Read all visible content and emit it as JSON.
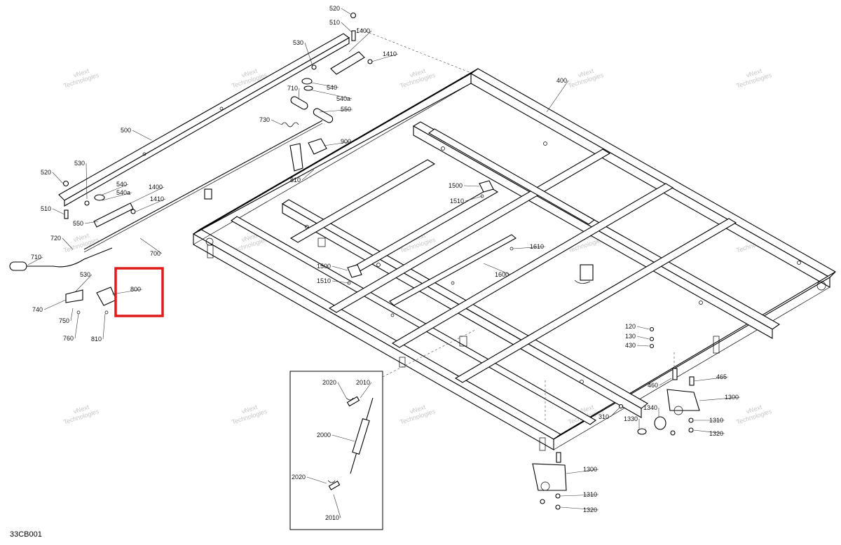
{
  "diagram_code": "33CB001",
  "highlight_color": "#e01b1b",
  "watermark": {
    "line1": "vNext",
    "line2": "Technologies"
  },
  "callouts": [
    {
      "id": "c520a",
      "text": "520"
    },
    {
      "id": "c510a",
      "text": "510"
    },
    {
      "id": "c1400a",
      "text": "1400"
    },
    {
      "id": "c1410a",
      "text": "1410"
    },
    {
      "id": "c530a",
      "text": "530"
    },
    {
      "id": "c540a",
      "text": "540"
    },
    {
      "id": "c540aa",
      "text": "540a"
    },
    {
      "id": "c710a",
      "text": "710"
    },
    {
      "id": "c550a",
      "text": "550"
    },
    {
      "id": "c730",
      "text": "730"
    },
    {
      "id": "c900",
      "text": "900"
    },
    {
      "id": "c810a",
      "text": "810"
    },
    {
      "id": "c500",
      "text": "500"
    },
    {
      "id": "c400",
      "text": "400"
    },
    {
      "id": "c520b",
      "text": "520"
    },
    {
      "id": "c530b",
      "text": "530"
    },
    {
      "id": "c540b",
      "text": "540"
    },
    {
      "id": "c540ab",
      "text": "540a"
    },
    {
      "id": "c1400b",
      "text": "1400"
    },
    {
      "id": "c1410b",
      "text": "1410"
    },
    {
      "id": "c510b",
      "text": "510"
    },
    {
      "id": "c550b",
      "text": "550"
    },
    {
      "id": "c720",
      "text": "720"
    },
    {
      "id": "c700",
      "text": "700"
    },
    {
      "id": "c710b",
      "text": "710"
    },
    {
      "id": "c530c",
      "text": "530"
    },
    {
      "id": "c800",
      "text": "800"
    },
    {
      "id": "c740",
      "text": "740"
    },
    {
      "id": "c750",
      "text": "750"
    },
    {
      "id": "c760",
      "text": "760"
    },
    {
      "id": "c810b",
      "text": "810"
    },
    {
      "id": "c1500a",
      "text": "1500"
    },
    {
      "id": "c1510a",
      "text": "1510"
    },
    {
      "id": "c1610",
      "text": "1610"
    },
    {
      "id": "c1500b",
      "text": "1500"
    },
    {
      "id": "c1510b",
      "text": "1510"
    },
    {
      "id": "c1600",
      "text": "1600"
    },
    {
      "id": "c120",
      "text": "120"
    },
    {
      "id": "c130",
      "text": "130"
    },
    {
      "id": "c430",
      "text": "430"
    },
    {
      "id": "c465",
      "text": "465"
    },
    {
      "id": "c460",
      "text": "460"
    },
    {
      "id": "c1300a",
      "text": "1300"
    },
    {
      "id": "c1340",
      "text": "1340"
    },
    {
      "id": "c310",
      "text": "310"
    },
    {
      "id": "c1330",
      "text": "1330"
    },
    {
      "id": "c1310a",
      "text": "1310"
    },
    {
      "id": "c1320a",
      "text": "1320"
    },
    {
      "id": "c1300b",
      "text": "1300"
    },
    {
      "id": "c1310b",
      "text": "1310"
    },
    {
      "id": "c1320b",
      "text": "1320"
    },
    {
      "id": "c2020a",
      "text": "2020"
    },
    {
      "id": "c2010a",
      "text": "2010"
    },
    {
      "id": "c2000",
      "text": "2000"
    },
    {
      "id": "c2020b",
      "text": "2020"
    },
    {
      "id": "c2010b",
      "text": "2010"
    }
  ]
}
